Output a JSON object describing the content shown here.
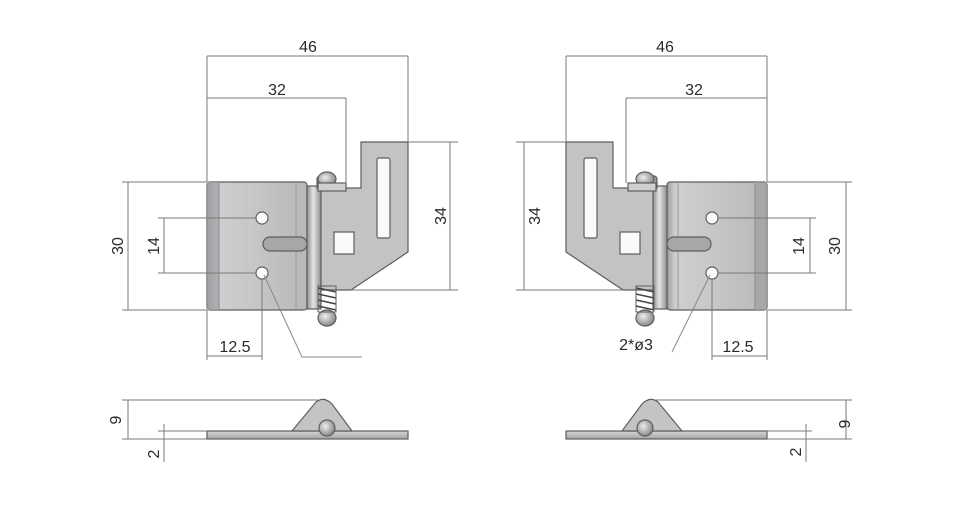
{
  "colors": {
    "background": "#ffffff",
    "plate": "#c4c4c6",
    "plate_dark": "#a9a9ab",
    "plate_light": "#dededf",
    "outline": "#5e5e5e",
    "dimension": "#7a7a7a",
    "text": "#2a2a2a"
  },
  "left_view": {
    "overall_width": "46",
    "hole_to_tab": "32",
    "height_34": "34",
    "height_30": "30",
    "hole_spacing": "14",
    "edge_offset": "12.5"
  },
  "right_view": {
    "overall_width": "46",
    "hole_to_tab": "32",
    "height_34": "34",
    "height_30": "30",
    "hole_spacing": "14",
    "edge_offset": "12.5",
    "hole_callout": "2*ø3"
  },
  "left_side_view": {
    "height": "9",
    "thickness": "2"
  },
  "right_side_view": {
    "height": "9",
    "thickness": "2"
  }
}
